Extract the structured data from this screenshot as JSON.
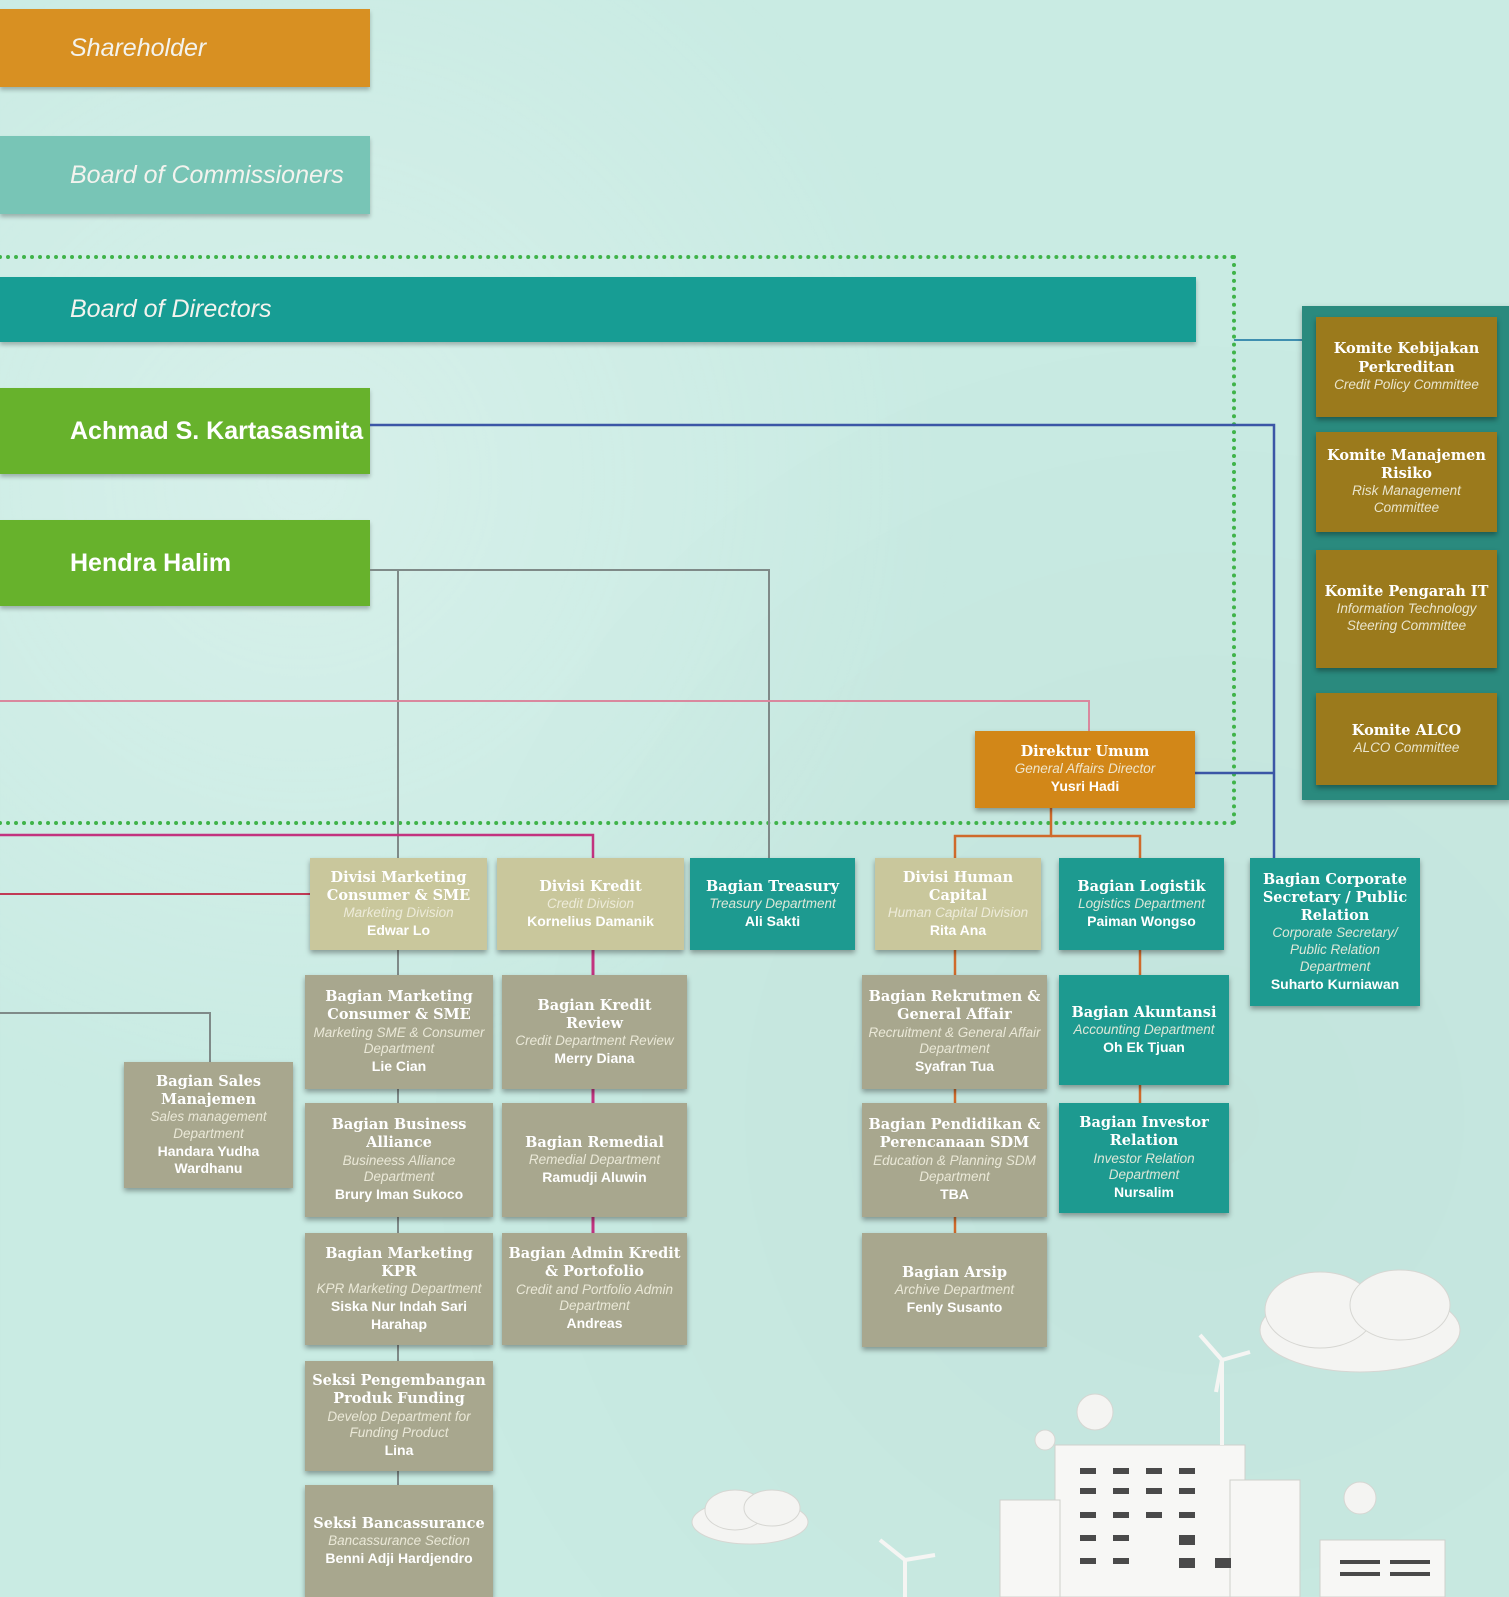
{
  "bands": {
    "shareholder": "Shareholder",
    "commissioners": "Board of Commissioners",
    "directors": "Board of Directors",
    "director_1": "Achmad S. Kartasasmita",
    "director_2": "Hendra Halim"
  },
  "committees": [
    {
      "title": "Komite Kebijakan Perkreditan",
      "subtitle": "Credit Policy Committee"
    },
    {
      "title": "Komite Manajemen Risiko",
      "subtitle": "Risk Management Committee"
    },
    {
      "title": "Komite Pengarah IT",
      "subtitle": "Information Technology Steering Committee"
    },
    {
      "title": "Komite ALCO",
      "subtitle": "ALCO Committee"
    }
  ],
  "general_director": {
    "title": "Direktur Umum",
    "subtitle": "General Affairs Director",
    "name": "Yusri Hadi"
  },
  "divisions": {
    "marketing": {
      "title": "Divisi Marketing Consumer & SME",
      "subtitle": "Marketing Division",
      "name": "Edwar Lo"
    },
    "credit": {
      "title": "Divisi Kredit",
      "subtitle": "Credit Division",
      "name": "Kornelius Damanik"
    },
    "treasury": {
      "title": "Bagian Treasury",
      "subtitle": "Treasury Department",
      "name": "Ali Sakti"
    },
    "human_capital": {
      "title": "Divisi Human Capital",
      "subtitle": "Human Capital Division",
      "name": "Rita Ana"
    },
    "logistics": {
      "title": "Bagian Logistik",
      "subtitle": "Logistics Department",
      "name": "Paiman Wongso"
    },
    "corp_sec": {
      "title": "Bagian Corporate Secretary / Public Relation",
      "subtitle": "Corporate Secretary/ Public Relation Department",
      "name": "Suharto Kurniawan"
    }
  },
  "sales": {
    "title": "Bagian Sales Manajemen",
    "subtitle": "Sales management Department",
    "name": "Handara Yudha Wardhanu"
  },
  "marketing_units": [
    {
      "title": "Bagian Marketing Consumer & SME",
      "subtitle": "Marketing SME & Consumer Department",
      "name": "Lie Cian"
    },
    {
      "title": "Bagian Business Alliance",
      "subtitle": "Busineess Alliance Department",
      "name": "Brury Iman Sukoco"
    },
    {
      "title": "Bagian Marketing KPR",
      "subtitle": "KPR Marketing Department",
      "name": "Siska Nur Indah Sari Harahap"
    },
    {
      "title": "Seksi Pengembangan Produk Funding",
      "subtitle": "Develop Department for Funding Product",
      "name": "Lina"
    },
    {
      "title": "Seksi Bancassurance",
      "subtitle": "Bancassurance Section",
      "name": "Benni Adji Hardjendro"
    }
  ],
  "credit_units": [
    {
      "title": "Bagian Kredit Review",
      "subtitle": "Credit Department Review",
      "name": "Merry Diana"
    },
    {
      "title": "Bagian Remedial",
      "subtitle": "Remedial Department",
      "name": "Ramudji Aluwin"
    },
    {
      "title": "Bagian Admin Kredit & Portofolio",
      "subtitle": "Credit and Portfolio Admin Department",
      "name": "Andreas"
    }
  ],
  "hc_units": [
    {
      "title": "Bagian Rekrutmen & General Affair",
      "subtitle": "Recruitment & General Affair Department",
      "name": "Syafran Tua"
    },
    {
      "title": "Bagian Pendidikan & Perencanaan SDM",
      "subtitle": "Education & Planning SDM Department",
      "name": "TBA"
    },
    {
      "title": "Bagian Arsip",
      "subtitle": "Archive Department",
      "name": "Fenly Susanto"
    }
  ],
  "logistic_units": [
    {
      "title": "Bagian Akuntansi",
      "subtitle": "Accounting Department",
      "name": "Oh Ek Tjuan"
    },
    {
      "title": "Bagian Investor Relation",
      "subtitle": "Investor Relation Department",
      "name": "Nursalim"
    }
  ]
}
